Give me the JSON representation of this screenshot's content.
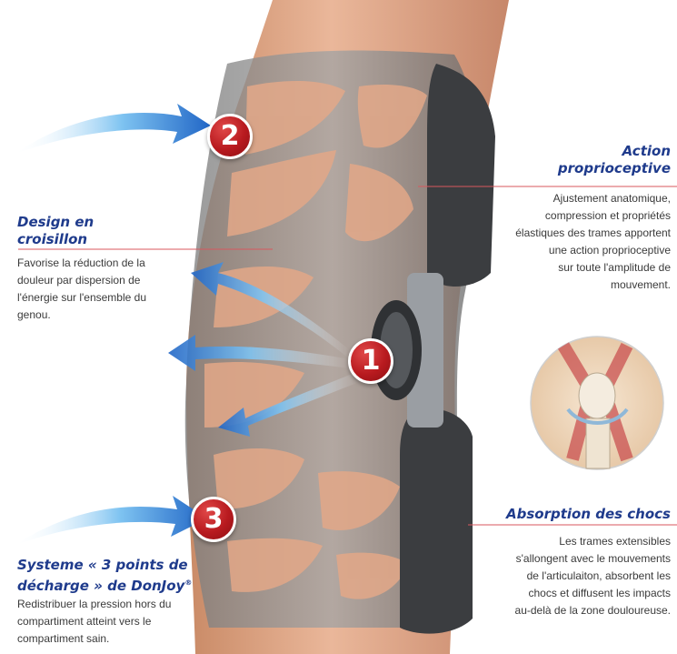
{
  "callouts": {
    "proprio": {
      "title_line1": "Action",
      "title_line2": "proprioceptive",
      "lines": [
        "Ajustement anatomique,",
        "compression et propriétés",
        "élastiques des trames apportent",
        "une action proprioceptive",
        "sur toute l'amplitude de",
        "mouvement."
      ]
    },
    "design": {
      "title_line1": "Design en",
      "title_line2": "croisillon",
      "lines": [
        "Favorise la réduction de la",
        "douleur par dispersion de",
        "l'énergie sur l'ensemble du",
        "genou."
      ]
    },
    "absorption": {
      "title": "Absorption des chocs",
      "lines": [
        "Les trames extensibles",
        "s'allongent avec le mouvements",
        "de l'articulaiton, absorbent les",
        "chocs et diffusent les impacts",
        "au-delà de la zone douloureuse."
      ]
    },
    "systeme": {
      "title_line1": "Systeme « 3 points de",
      "title_line2": "décharge » de DonJoy",
      "title_mark": "®",
      "lines": [
        "Redistribuer la pression hors du",
        "compartiment atteint vers le",
        "compartiment sain."
      ]
    }
  },
  "badges": {
    "one": "1",
    "two": "2",
    "three": "3"
  },
  "icons": [
    "knee-brace-photo",
    "blue-arrow-icon",
    "knee-anatomy-inset"
  ],
  "colors": {
    "heading": "#1f3b8c",
    "badge": "#b81a1f",
    "leader": "#d8575e",
    "arrow": "#2f8fd8"
  }
}
